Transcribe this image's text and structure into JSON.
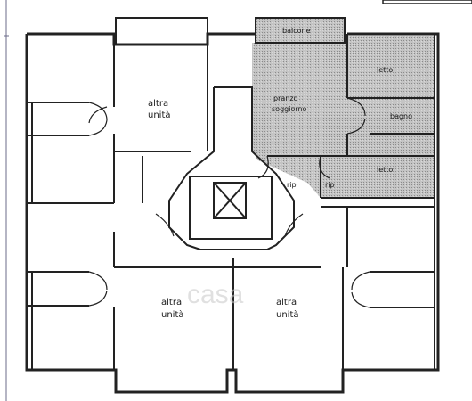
{
  "plan": {
    "labels": {
      "balcone": "balcone",
      "pranzo_line1": "pranzo",
      "pranzo_line2": "soggiorno",
      "letto_1": "letto",
      "letto_2": "letto",
      "bagno": "bagno",
      "rip": "rip",
      "rip_2": "rip",
      "altra_unita_1_line1": "altra",
      "altra_unita_1_line2": "unità",
      "altra_unita_2_line1": "altra",
      "altra_unita_2_line2": "unità",
      "altra_unita_3_line1": "altra",
      "altra_unita_3_line2": "unità"
    },
    "watermark": "casa",
    "colors": {
      "wall": "#222222",
      "highlight": "#b9b9b9",
      "background": "#ffffff"
    }
  }
}
